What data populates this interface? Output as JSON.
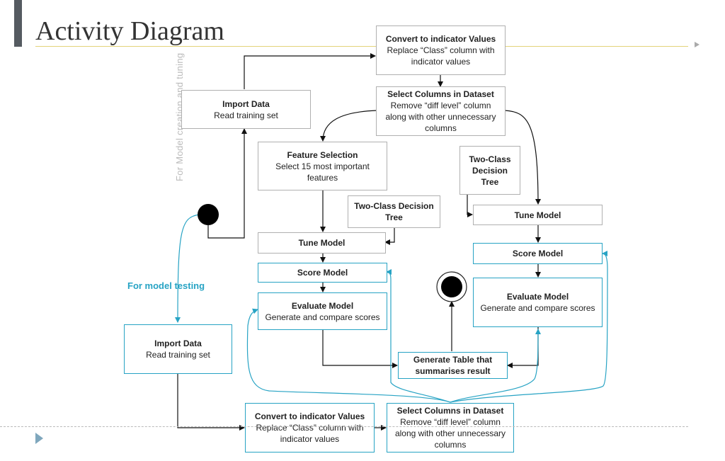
{
  "title": "Activity Diagram",
  "vertical_label": "For Model creation and tuning",
  "testing_label": "For model testing",
  "colors": {
    "training_border": "#b0b0b0",
    "testing": "#27a3c4",
    "accent": "#555b61",
    "title_rule": "#e3d37a"
  },
  "nodes": {
    "import_train": {
      "title": "Import Data",
      "desc": "Read training set"
    },
    "convert_train": {
      "title": "Convert to indicator Values",
      "desc": "Replace “Class” column with indicator values"
    },
    "select_train": {
      "title": "Select Columns in Dataset",
      "desc": "Remove “diff level” column along with other unnecessary columns"
    },
    "feature_sel": {
      "title": "Feature Selection",
      "desc": "Select 15 most important features"
    },
    "dtree_left": {
      "title": "Two-Class Decision Tree"
    },
    "dtree_right": {
      "title": "Two-Class Decision Tree"
    },
    "tune_left": {
      "title": "Tune Model"
    },
    "tune_right": {
      "title": "Tune Model"
    },
    "score_left": {
      "title": "Score Model"
    },
    "score_right": {
      "title": "Score Model"
    },
    "eval_left": {
      "title": "Evaluate Model",
      "desc": "Generate and compare scores"
    },
    "eval_right": {
      "title": "Evaluate Model",
      "desc": "Generate and compare scores"
    },
    "gen_table": {
      "title": "Generate Table that summarises result"
    },
    "import_test": {
      "title": "Import Data",
      "desc": "Read training set"
    },
    "convert_test": {
      "title": "Convert to indicator Values",
      "desc": "Replace “Class” column with indicator values"
    },
    "select_test": {
      "title": "Select Columns in Dataset",
      "desc": "Remove “diff level” column along with other unnecessary columns"
    }
  }
}
